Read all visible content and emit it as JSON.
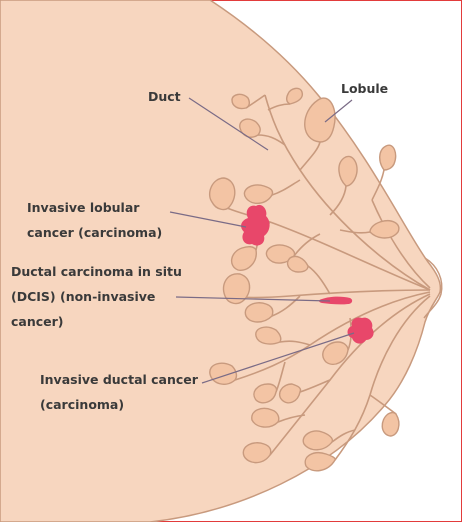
{
  "labels": {
    "duct": "Duct",
    "lobule": "Lobule",
    "invasive_lobular": [
      "Invasive lobular",
      "cancer (carcinoma)"
    ],
    "dcis": [
      "Ductal carcinoma in situ",
      "(DCIS) (non-invasive",
      "cancer)"
    ],
    "invasive_ductal": [
      "Invasive ductal cancer",
      "(carcinoma)"
    ]
  },
  "colors": {
    "border": "#e23b3b",
    "skin": "#f7d6bf",
    "skin_outline": "#c89a7e",
    "lobule_fill": "#f3c4a4",
    "duct_stroke": "#c89a7e",
    "cancer": "#e8476a",
    "leader_line": "#7a6b86",
    "text": "#3a3a3a"
  }
}
